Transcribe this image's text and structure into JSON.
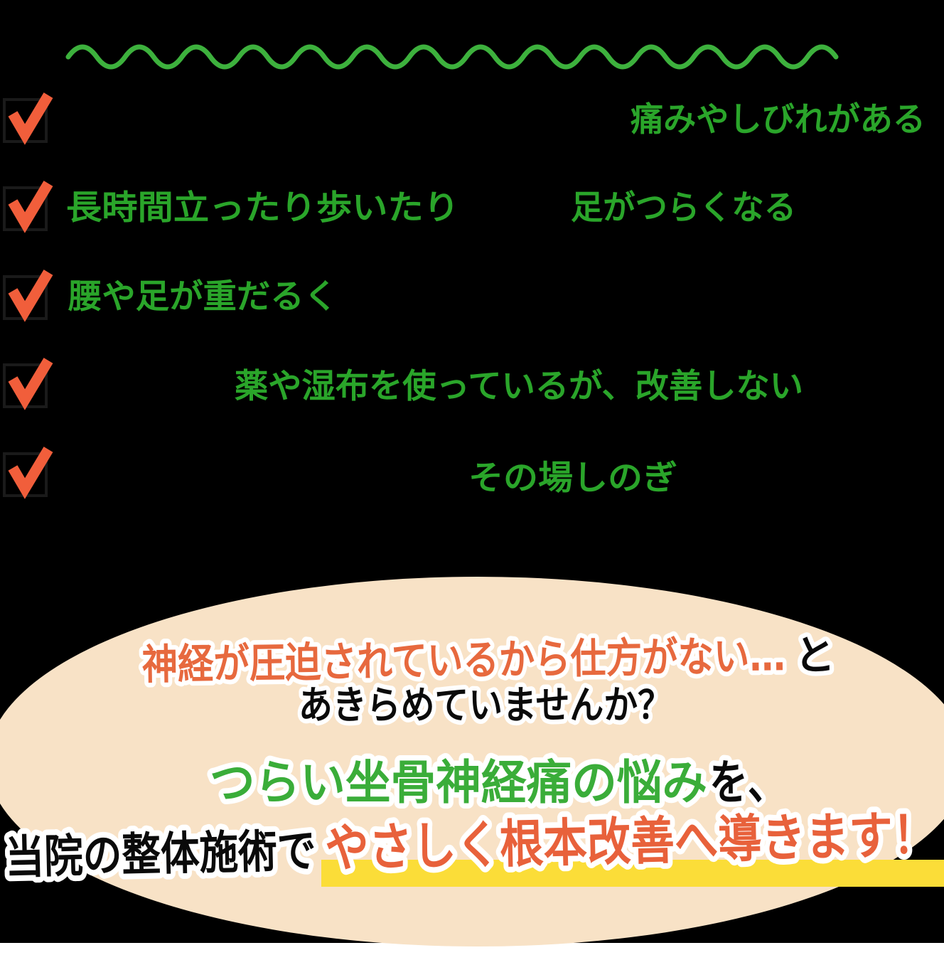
{
  "colors": {
    "background": "#000000",
    "wave_green": "#3db13d",
    "checkbox_stroke": "#1a1a1a",
    "check_orange": "#f15e3b",
    "list_green": "#2aa52a",
    "ellipse_cream": "#f8e2c6",
    "callout_orange": "#e7693e",
    "callout_dark": "#0a0a0a",
    "big_green": "#3aad39",
    "action_orange": "#e8613b",
    "highlight_yellow": "#fbdd38",
    "footer_white": "#ffffff"
  },
  "checklist": {
    "items": [
      {
        "text1": "痛みやしびれがある"
      },
      {
        "text1": "長時間立ったり歩いたり",
        "text2": "足がつらくなる"
      },
      {
        "text1": "腰や足が重だるく"
      },
      {
        "text1": "薬や湿布を使っているが、改善しない"
      },
      {
        "text1": "その場しのぎ"
      }
    ]
  },
  "callout": {
    "line1_orange": "神経が圧迫されているから仕方がない…",
    "line1_dark": "と",
    "line2": "あきらめていませんか？",
    "line3_green": "つらい坐骨神経痛の悩み",
    "line3_dark": "を、",
    "line4_dark": "当院の整体施術で",
    "line4_orange": "やさしく根本改善へ導きます！"
  }
}
